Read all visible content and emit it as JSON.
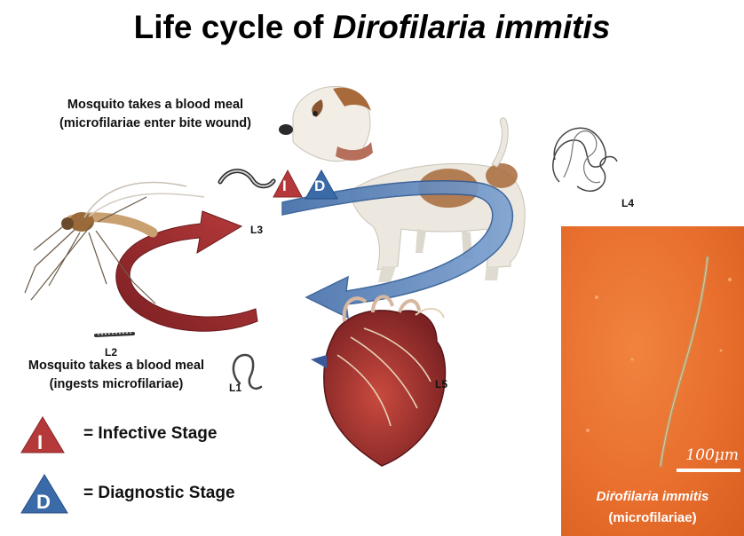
{
  "title": {
    "main": "Life cycle of ",
    "species": "Dirofilaria immitis"
  },
  "captions": {
    "top_line1": "Mosquito takes  a blood meal",
    "top_line2": "(microfilariae enter bite  wound)",
    "bottom_line1": "Mosquito takes  a blood meal",
    "bottom_line2": "(ingests microfilariae)"
  },
  "stages": {
    "l1": "L1",
    "l2": "L2",
    "l3": "L3",
    "l4": "L4",
    "l5": "L5"
  },
  "badges": {
    "infective_letter": "I",
    "diagnostic_letter": "D"
  },
  "legend": {
    "infective": "= Infective Stage",
    "diagnostic": "= Diagnostic Stage"
  },
  "micrograph": {
    "scale": "100μm",
    "name": "Dirofilaria immitis",
    "sub": "(microfilariae)"
  },
  "colors": {
    "infective": "#b5393a",
    "diagnostic": "#3a6aa8",
    "arrow_red": "#9a2a2c",
    "arrow_blue": "#4c78b4",
    "micrograph_bg": "#e96f2e"
  }
}
